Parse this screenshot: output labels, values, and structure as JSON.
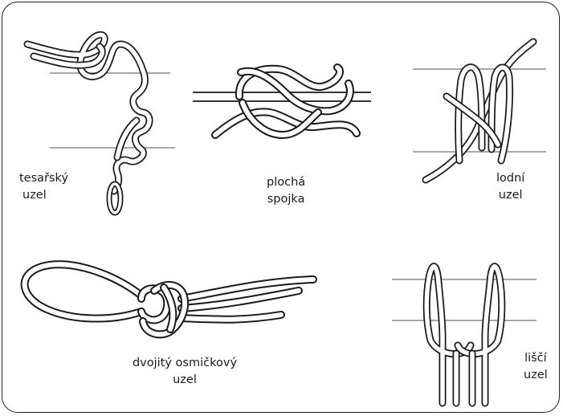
{
  "knots": [
    {
      "line1": "tesařský",
      "line2": "uzel",
      "icon": "timber-hitch-icon"
    },
    {
      "line1": "plochá",
      "line2": "spojka",
      "icon": "reef-knot-icon"
    },
    {
      "line1": "lodní",
      "line2": "uzel",
      "icon": "clove-hitch-icon"
    },
    {
      "line1": "dvojitý osmičkový",
      "line2": "uzel",
      "icon": "figure-eight-loop-icon"
    },
    {
      "line1": "liščí",
      "line2": "uzel",
      "icon": "cow-hitch-icon"
    }
  ],
  "colors": {
    "rope_outline": "#1a1a1a",
    "rope_fill": "#ffffff",
    "guide_line": "#8a8a8a",
    "border": "#222222"
  }
}
